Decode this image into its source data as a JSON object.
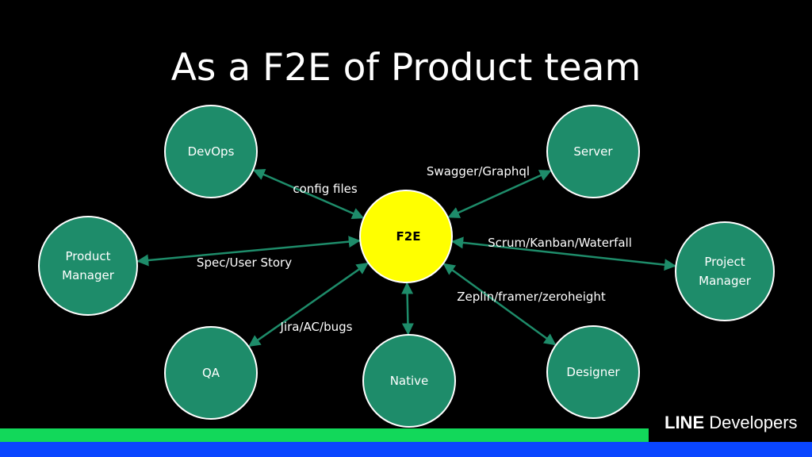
{
  "slide": {
    "title": "As a F2E of Product team"
  },
  "colors": {
    "background": "#000000",
    "node_fill": "#1e8c6a",
    "center_fill": "#ffff00",
    "edge": "#1e8c6a",
    "bar_green": "#12d85a",
    "bar_blue": "#0a46ff"
  },
  "diagram": {
    "center": {
      "id": "f2e",
      "label": "F2E"
    },
    "nodes": [
      {
        "id": "devops",
        "lines": [
          "DevOps"
        ]
      },
      {
        "id": "server",
        "lines": [
          "Server"
        ]
      },
      {
        "id": "product-manager",
        "lines": [
          "Product",
          "Manager"
        ]
      },
      {
        "id": "project-manager",
        "lines": [
          "Project",
          "Manager"
        ]
      },
      {
        "id": "qa",
        "lines": [
          "QA"
        ]
      },
      {
        "id": "native",
        "lines": [
          "Native"
        ]
      },
      {
        "id": "designer",
        "lines": [
          "Designer"
        ]
      }
    ],
    "edges": [
      {
        "from": "devops",
        "to": "f2e",
        "label": "config files"
      },
      {
        "from": "server",
        "to": "f2e",
        "label": "Swagger/Graphql"
      },
      {
        "from": "product-manager",
        "to": "f2e",
        "label": "Spec/User Story"
      },
      {
        "from": "project-manager",
        "to": "f2e",
        "label": "Scrum/Kanban/Waterfall"
      },
      {
        "from": "qa",
        "to": "f2e",
        "label": "Jira/AC/bugs"
      },
      {
        "from": "native",
        "to": "f2e",
        "label": ""
      },
      {
        "from": "designer",
        "to": "f2e",
        "label": "Zeplin/framer/zeroheight"
      }
    ]
  },
  "footer": {
    "brand_strong": "LINE",
    "brand_rest": " Developers"
  }
}
